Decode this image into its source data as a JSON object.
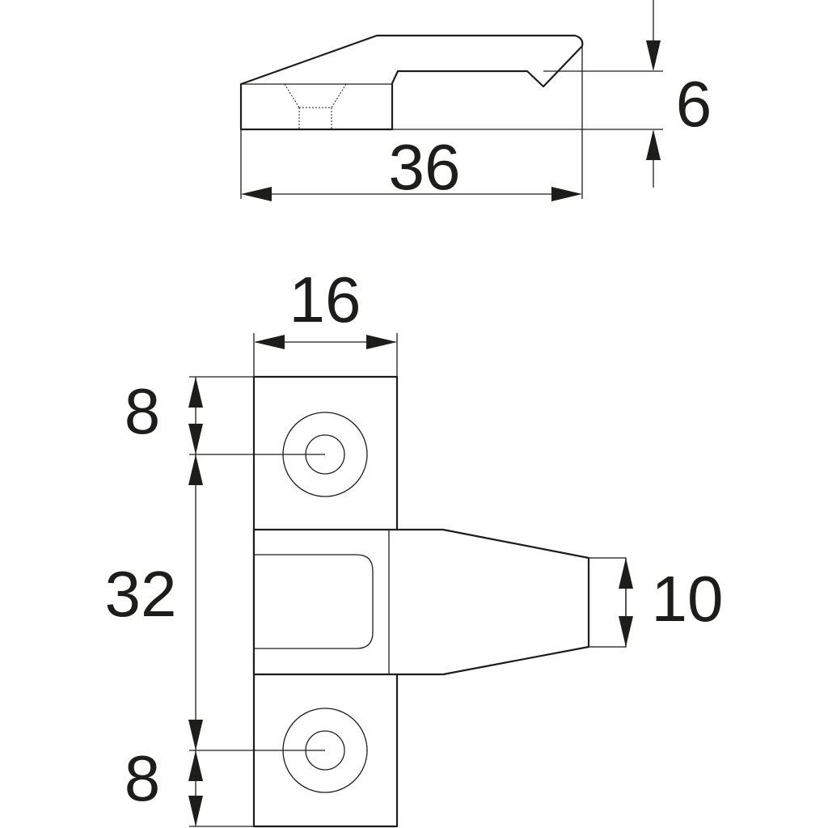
{
  "drawing": {
    "stroke_color": "#1d1d1b",
    "background_color": "#ffffff",
    "side_view": {
      "length_label": "36",
      "height_label": "6"
    },
    "plan_view": {
      "width_label": "16",
      "top_offset_label": "8",
      "hole_spacing_label": "32",
      "bottom_offset_label": "8",
      "tongue_width_label": "10"
    }
  }
}
